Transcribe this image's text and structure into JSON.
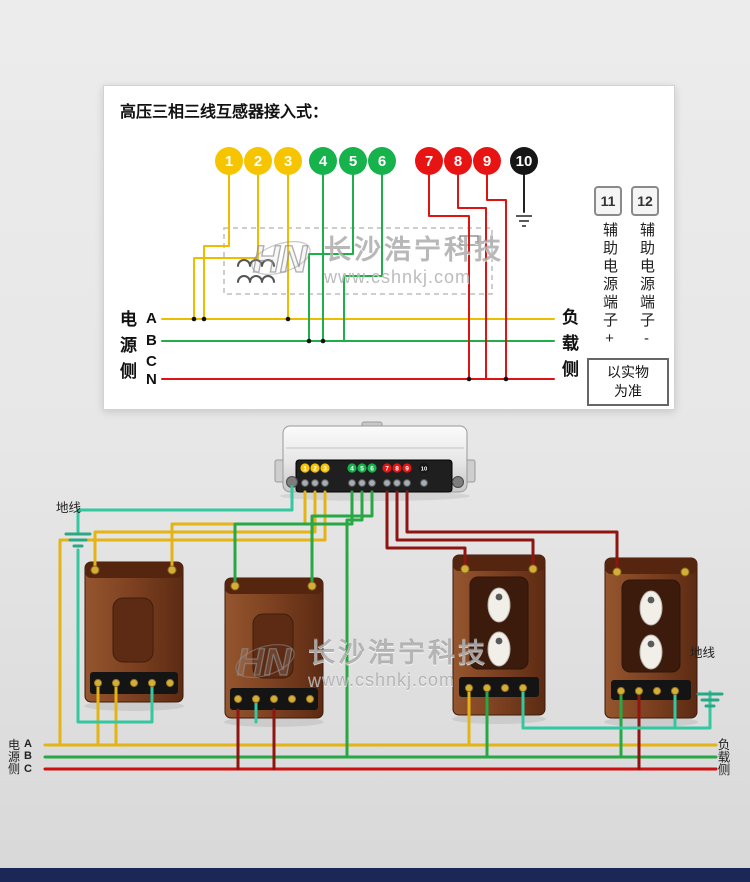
{
  "palette": {
    "wire_yellow": "#e4b414",
    "wire_green": "#27a844",
    "wire_red": "#cc1111",
    "wire_crimson": "#8f1511",
    "wire_teal": "#35c7a0",
    "transformer_brown": "#7c4020",
    "meter_silver": "#e8e8e8",
    "bottom_bar_navy": "#1b2757",
    "background": "#e6e6e6"
  },
  "watermark": {
    "logo": "HN",
    "brand": "长沙浩宁科技",
    "url": "www.cshnkj.com"
  },
  "top_panel": {
    "title": "高压三相三线互感器接入式：",
    "terminals": [
      {
        "num": "1",
        "color": "#f7c400"
      },
      {
        "num": "2",
        "color": "#f7c400"
      },
      {
        "num": "3",
        "color": "#f7c400"
      },
      {
        "num": "4",
        "color": "#16b24c"
      },
      {
        "num": "5",
        "color": "#16b24c"
      },
      {
        "num": "6",
        "color": "#16b24c"
      },
      {
        "num": "7",
        "color": "#e81414"
      },
      {
        "num": "8",
        "color": "#e81414"
      },
      {
        "num": "9",
        "color": "#e81414"
      },
      {
        "num": "10",
        "color": "#161616"
      }
    ],
    "aux": [
      {
        "num": "11",
        "label": "辅助电源端子+"
      },
      {
        "num": "12",
        "label": "辅助电源端子-"
      }
    ],
    "source_side": "电源侧",
    "phases": [
      "A",
      "B",
      "C",
      "N"
    ],
    "load_side": "负载侧",
    "note_line1": "以实物",
    "note_line2": "为准"
  },
  "bottom": {
    "meter_terminals": [
      "1",
      "2",
      "3",
      "4",
      "5",
      "6",
      "7",
      "8",
      "9",
      "10"
    ],
    "ground_left": "地线",
    "ground_right": "地线",
    "source_rows": [
      {
        "cn": "电",
        "phase": "A"
      },
      {
        "cn": "源",
        "phase": "B"
      },
      {
        "cn": "侧",
        "phase": "C"
      }
    ],
    "load_side": "负载侧"
  }
}
